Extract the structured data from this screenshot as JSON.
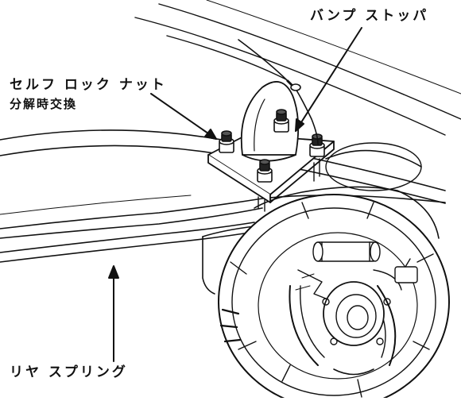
{
  "labels": {
    "bump_stopper": "バンプ ストッパ",
    "self_lock_nut": "セルフ ロック ナット",
    "replace_on_disassembly": "分解時交換",
    "rear_spring": "リヤ スプリング"
  },
  "colors": {
    "ink": "#111111",
    "paper": "#ffffff"
  }
}
